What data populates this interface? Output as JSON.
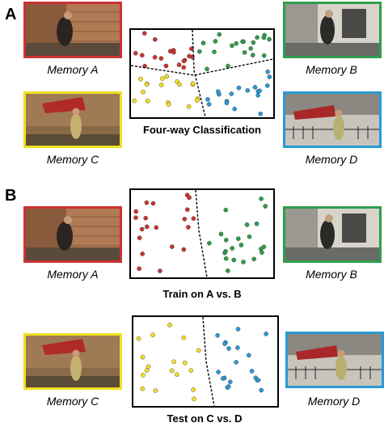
{
  "panels": [
    {
      "letter": "A"
    },
    {
      "letter": "B"
    }
  ],
  "memories": {
    "a": "Memory A",
    "b": "Memory B",
    "c": "Memory C",
    "d": "Memory D"
  },
  "labels": {
    "four_way": "Four-way Classification",
    "train": "Train on A vs. B",
    "test": "Test on C vs. D"
  },
  "colors": {
    "memory_a": "#cc3333",
    "memory_b": "#2e9e4c",
    "memory_c": "#f0e020",
    "memory_d": "#2a9ad6",
    "boundary": "#000000"
  }
}
